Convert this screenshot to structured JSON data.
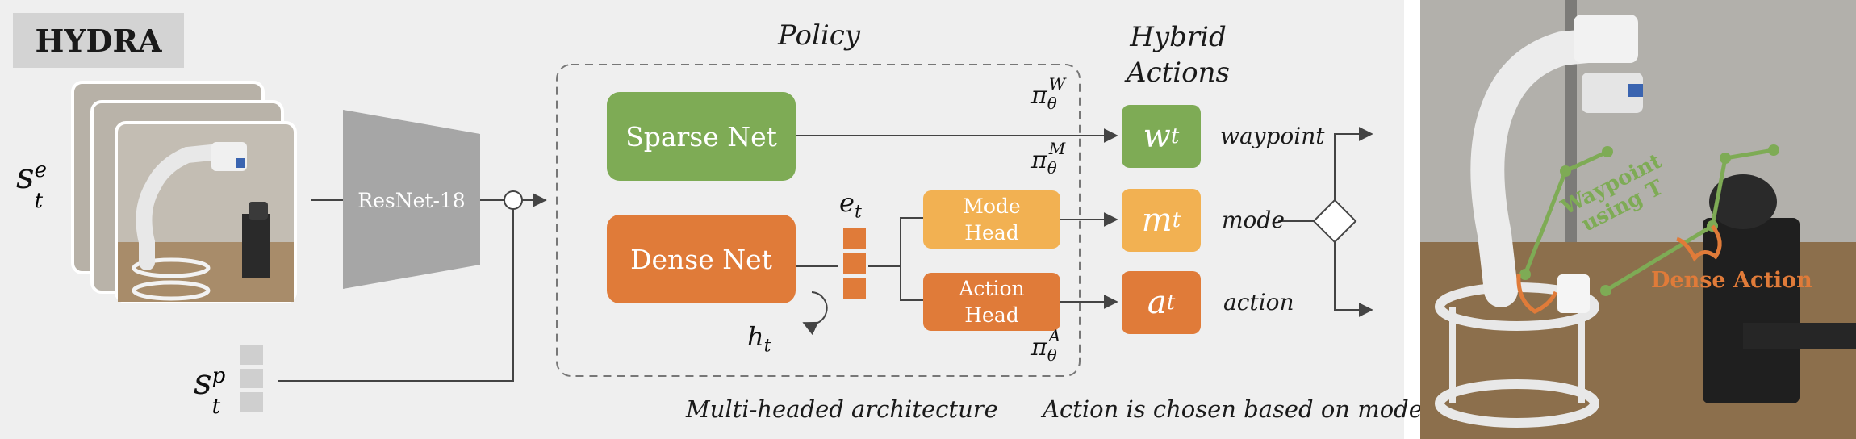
{
  "title": "HYDRA",
  "inputs": {
    "image_state": "s_t^e",
    "proprio_state": "s_t^p"
  },
  "encoder": {
    "label": "ResNet-18"
  },
  "policy": {
    "title": "Policy",
    "sparse_net": "Sparse Net",
    "dense_net": "Dense Net",
    "embedding": "e_t",
    "hidden": "h_t",
    "mode_head": [
      "Mode",
      "Head"
    ],
    "action_head": [
      "Action",
      "Head"
    ],
    "pi_waypoint": "π_θ^W",
    "pi_mode": "π_θ^M",
    "pi_action": "π_θ^A"
  },
  "hybrid_actions": {
    "title_line1": "Hybrid",
    "title_line2": "Actions",
    "items": [
      {
        "symbol": "w_t",
        "label": "waypoint"
      },
      {
        "symbol": "m_t",
        "label": "mode"
      },
      {
        "symbol": "a_t",
        "label": "action"
      }
    ]
  },
  "captions": {
    "architecture": "Multi-headed architecture",
    "selection": "Action is chosen based on mode"
  },
  "photo": {
    "waypoint_label": [
      "Waypoint",
      "using T"
    ],
    "dense_label": "Dense Action"
  },
  "colors": {
    "green": "#7eab55",
    "orange": "#e07b39",
    "light_orange": "#f2b152",
    "gray": "#a6a6a6",
    "panel_bg": "#efefef"
  }
}
